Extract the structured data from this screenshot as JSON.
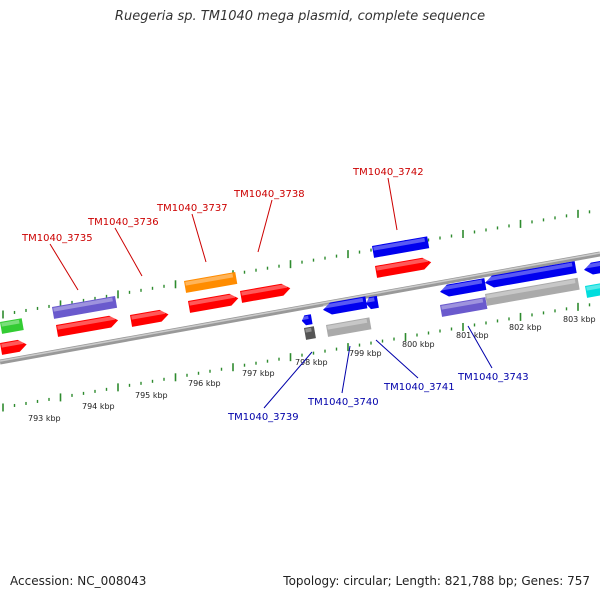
{
  "title": "Ruegeria sp. TM1040 mega plasmid, complete sequence",
  "footer": {
    "accession": "Accession: NC_008043",
    "topology": "Topology: circular; Length: 821,788 bp; Genes: 757"
  },
  "colors": {
    "backbone": "#888888",
    "tick": "#2e8b2e",
    "label_forward": "#cc0000",
    "label_reverse": "#0000aa"
  },
  "scale_labels": [
    "793 kbp",
    "794 kbp",
    "795 kbp",
    "796 kbp",
    "797 kbp",
    "798 kbp",
    "799 kbp",
    "800 kbp",
    "801 kbp",
    "802 kbp",
    "803 kbp"
  ],
  "gene_labels_top": [
    "TM1040_3735",
    "TM1040_3736",
    "TM1040_3737",
    "TM1040_3738",
    "TM1040_3742"
  ],
  "gene_labels_bottom": [
    "TM1040_3739",
    "TM1040_3740",
    "TM1040_3741",
    "TM1040_3743"
  ],
  "features": [
    {
      "color": "#33cc33"
    },
    {
      "color": "#ff0000"
    },
    {
      "color": "#6a5acd"
    },
    {
      "color": "#ff0000"
    },
    {
      "color": "#ff0000"
    },
    {
      "color": "#ff8c00"
    },
    {
      "color": "#ff0000"
    },
    {
      "color": "#ff0000"
    },
    {
      "color": "#0000ee"
    },
    {
      "color": "#ff0000"
    },
    {
      "color": "#0000ee"
    },
    {
      "color": "#555555"
    },
    {
      "color": "#0000ee"
    },
    {
      "color": "#0000ee"
    },
    {
      "color": "#aaaaaa"
    },
    {
      "color": "#0000ee"
    },
    {
      "color": "#0000ee"
    },
    {
      "color": "#6a5acd"
    },
    {
      "color": "#aaaaaa"
    },
    {
      "color": "#0000ee"
    },
    {
      "color": "#00dddd"
    }
  ]
}
